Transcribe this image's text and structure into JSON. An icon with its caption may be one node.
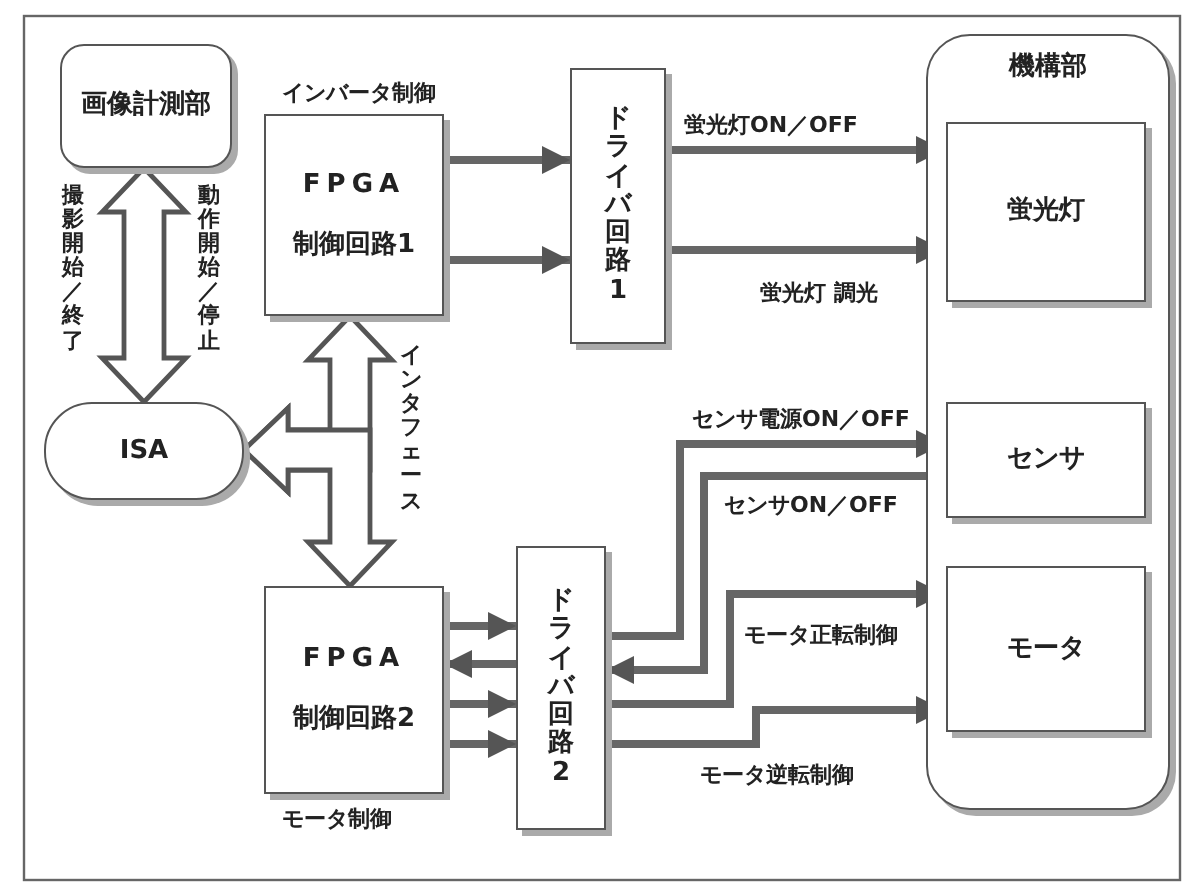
{
  "diagram": {
    "nodes": [
      {
        "text": [
          "画像計測部"
        ]
      },
      {
        "text": [
          "FPGA",
          "制御回路1"
        ],
        "beside": [
          "インバータ制御"
        ]
      },
      {
        "text": [
          "ドライバ回路1"
        ]
      },
      {
        "text": [
          "ISA"
        ]
      },
      {
        "text": [
          "FPGA",
          "制御回路2"
        ],
        "beside": [
          "モータ制御"
        ]
      },
      {
        "text": [
          "ドライバ回路2"
        ]
      },
      {
        "text": [
          "機構部"
        ]
      },
      {
        "text": [
          "蛍光灯"
        ],
        "in": 6
      },
      {
        "text": [
          "センサ"
        ],
        "in": 6
      },
      {
        "text": [
          "モータ"
        ],
        "in": 6
      }
    ],
    "edges": [
      {
        "from": 0,
        "to": 3,
        "arrow": "both",
        "style": "thick"
      },
      {
        "from": 3,
        "to": 1,
        "arrow": "both",
        "style": "thick"
      },
      {
        "from": 3,
        "to": 4,
        "arrow": "both",
        "style": "thick"
      },
      {
        "from": 1,
        "to": 2,
        "arrow": "to"
      },
      {
        "from": 1,
        "to": 2,
        "arrow": "to"
      },
      {
        "from": 2,
        "to": 7,
        "arrow": "to",
        "label": "蛍光灯ON／OFF"
      },
      {
        "from": 2,
        "to": 7,
        "arrow": "to",
        "label": "蛍光灯 調光"
      },
      {
        "from": 4,
        "to": 5,
        "arrow": "to"
      },
      {
        "from": 5,
        "to": 4,
        "arrow": "to"
      },
      {
        "from": 4,
        "to": 5,
        "arrow": "to"
      },
      {
        "from": 4,
        "to": 5,
        "arrow": "to"
      },
      {
        "from": 5,
        "to": 8,
        "arrow": "to",
        "label": "センサ電源ON／OFF"
      },
      {
        "from": 8,
        "to": 5,
        "arrow": "to",
        "label": "センサON／OFF"
      },
      {
        "from": 5,
        "to": 9,
        "arrow": "to",
        "label": "モータ正転制御"
      },
      {
        "from": 5,
        "to": 9,
        "arrow": "to",
        "label": "モータ逆転制御"
      }
    ],
    "labels": [
      "撮影開始／終了",
      "動作開始／停止",
      "インタフェース"
    ]
  }
}
